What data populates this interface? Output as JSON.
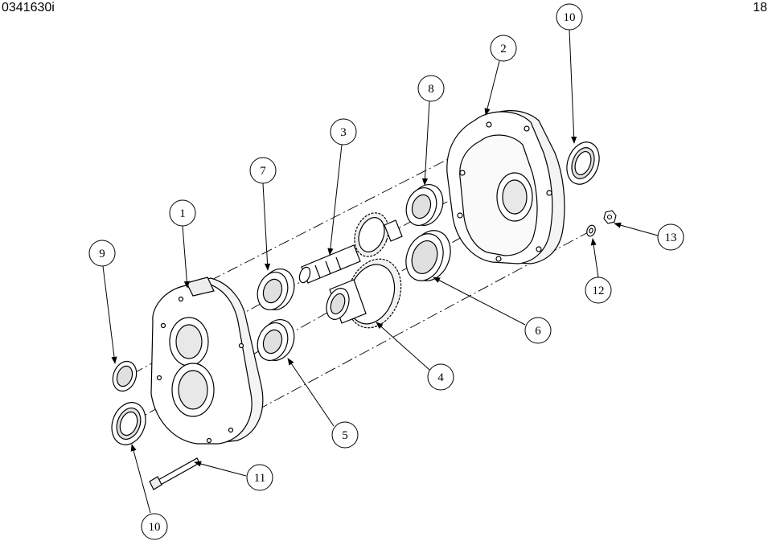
{
  "header": {
    "doc_id": "0341630i",
    "page_number": "18"
  },
  "callouts": [
    "10",
    "2",
    "8",
    "3",
    "7",
    "1",
    "9",
    "13",
    "12",
    "6",
    "4",
    "5",
    "11",
    "10"
  ],
  "icons": [
    "gearbox-cover-rear",
    "gearbox-cover-front",
    "input-shaft",
    "idler-gear",
    "bearing",
    "oil-seal",
    "bolt",
    "nut",
    "washer"
  ]
}
